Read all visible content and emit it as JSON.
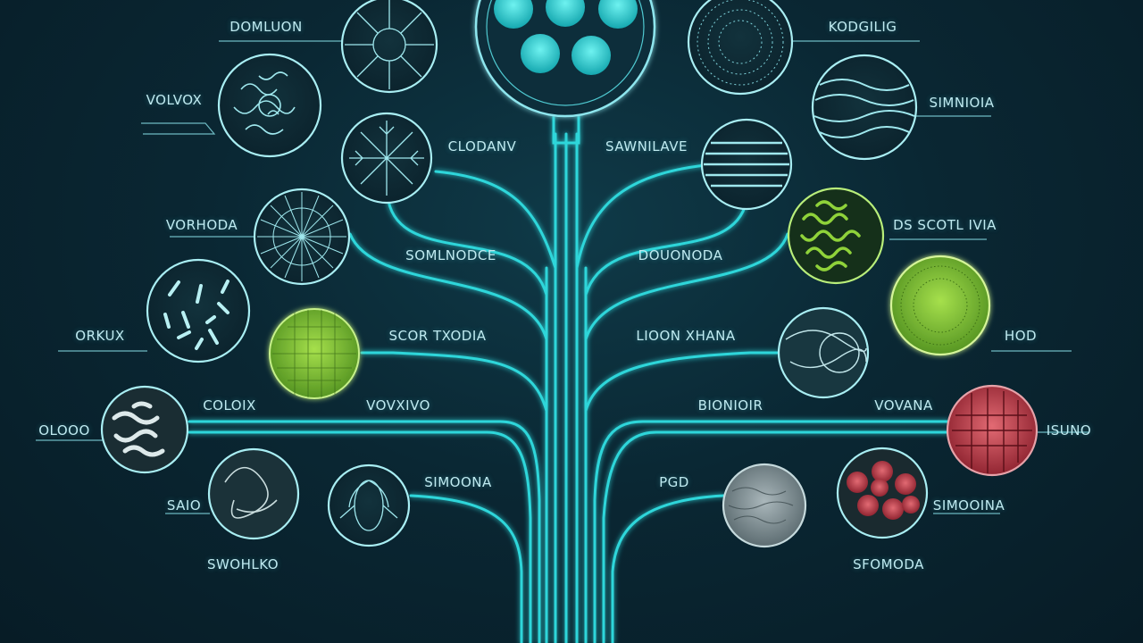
{
  "colors": {
    "background": "#0a2733",
    "trunk": "#3ee3e6",
    "branch": "#2fc9d0",
    "ring": "#9fe8ee",
    "green_cell": "#7ac435",
    "red_cell": "#c9434f"
  },
  "labels": {
    "l1": "DOMLUON",
    "l2": "VOLVOX",
    "l3": "CLODANV",
    "l4": "VORHODA",
    "l5": "SOMLNODCE",
    "l6": "ORKUX",
    "l7": "SCOR TXODIA",
    "l8": "COLOIX",
    "l9": "VOVXIVO",
    "l10": "OLOOO",
    "l11": "SIMOONA",
    "l12": "SAIO",
    "l13": "SWOHLKO",
    "r1": "KODGILIG",
    "r2": "SIMNIOIA",
    "r3": "SAWNILAVE",
    "r4": "DS SCOTL IVIA",
    "r5": "DOUONODA",
    "r6": "HOD",
    "r7": "LIOON XHANA",
    "r8": "BIONIOIR",
    "r9": "VOVANA",
    "r10": "ISUNO",
    "r11": "PGD",
    "r12": "SIMOOINA",
    "r13": "SFOMODA"
  },
  "nodes": [
    {
      "id": "top-cluster",
      "icon": "cell-cluster-icon"
    },
    {
      "id": "l-radial",
      "icon": "radial-cell-icon"
    },
    {
      "id": "l-maze",
      "icon": "maze-pattern-cell-icon"
    },
    {
      "id": "l-tree",
      "icon": "dendrite-cell-icon"
    },
    {
      "id": "l-fan",
      "icon": "fan-pattern-cell-icon"
    },
    {
      "id": "l-rods",
      "icon": "rod-bacteria-cell-icon"
    },
    {
      "id": "l-green",
      "icon": "green-cell-icon"
    },
    {
      "id": "l-worms",
      "icon": "worm-pattern-cell-icon"
    },
    {
      "id": "l-loops",
      "icon": "loop-pattern-cell-icon"
    },
    {
      "id": "l-seed",
      "icon": "seed-cell-icon"
    },
    {
      "id": "r-dots",
      "icon": "dotted-cell-icon"
    },
    {
      "id": "r-waves",
      "icon": "wave-pattern-cell-icon"
    },
    {
      "id": "r-stripes",
      "icon": "striped-cell-icon"
    },
    {
      "id": "r-green-coil",
      "icon": "green-coil-cell-icon"
    },
    {
      "id": "r-green-dots",
      "icon": "green-dotted-cell-icon"
    },
    {
      "id": "r-tissue",
      "icon": "tissue-cell-icon"
    },
    {
      "id": "r-red-tissue",
      "icon": "red-tissue-cell-icon"
    },
    {
      "id": "r-grey",
      "icon": "grey-texture-cell-icon"
    },
    {
      "id": "r-red-cells",
      "icon": "red-cells-icon"
    }
  ]
}
